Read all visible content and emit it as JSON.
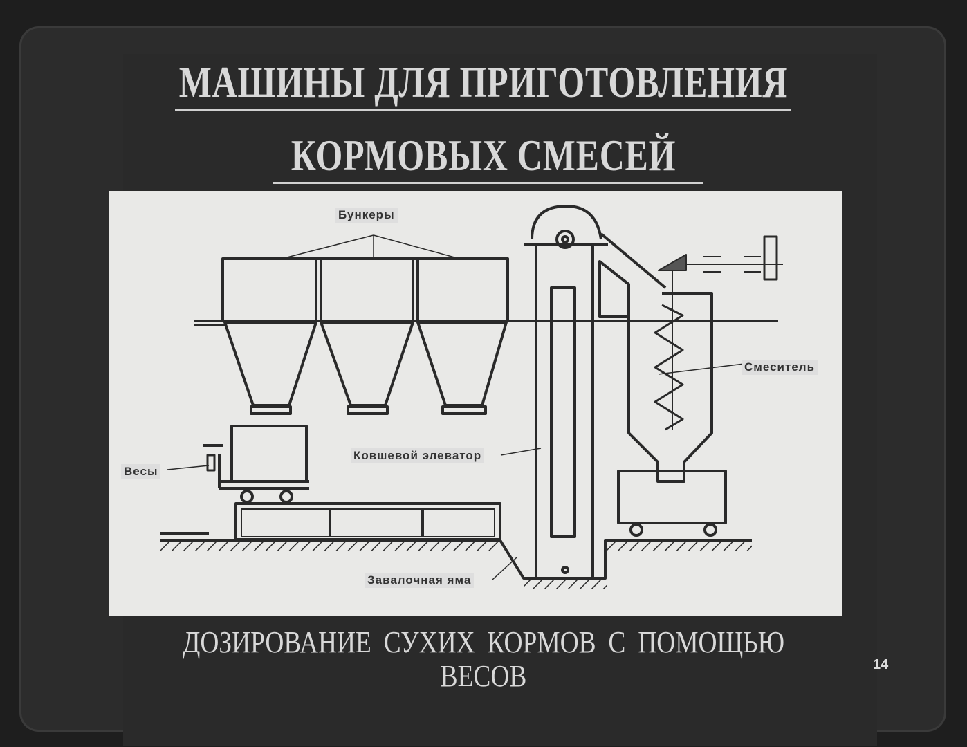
{
  "slide": {
    "title_line1": "МАШИНЫ ДЛЯ ПРИГОТОВЛЕНИЯ",
    "title_line2": "КОРМОВЫХ СМЕСЕЙ",
    "caption_line1": "ДОЗИРОВАНИЕ СУХИХ КОРМОВ С ПОМОЩЬЮ",
    "caption_line2": "ВЕСОВ",
    "slide_number": "14"
  },
  "diagram": {
    "labels": {
      "bunkers": "Бункеры",
      "mixer": "Смеситель",
      "scales": "Весы",
      "bucket_elevator": "Ковшевой элеватор",
      "loading_pit": "Завалочная яма"
    }
  }
}
